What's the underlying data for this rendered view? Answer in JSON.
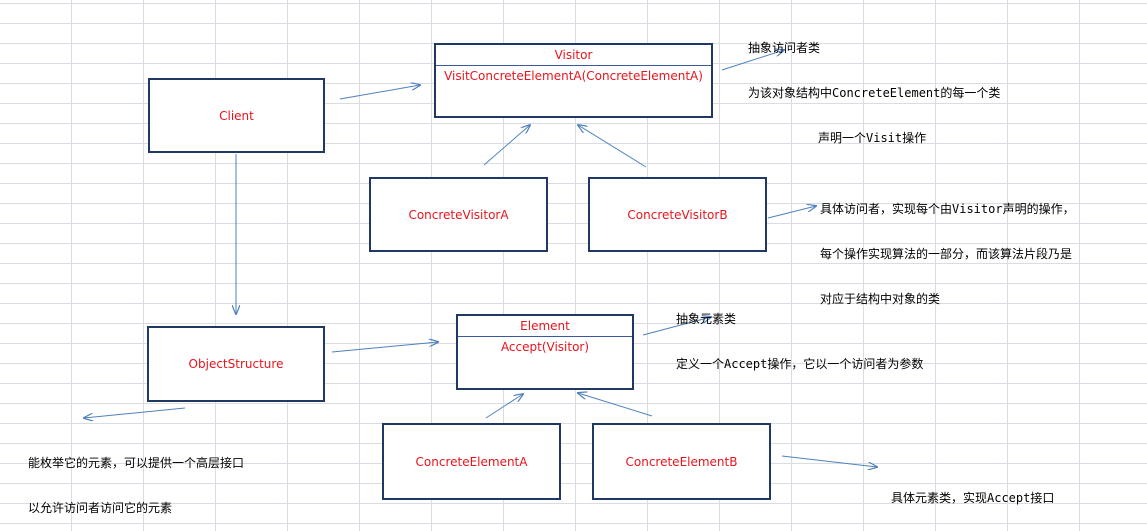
{
  "visitor": {
    "title": "Visitor",
    "method": "VisitConcreteElementA(ConcreteElementA)"
  },
  "client": {
    "label": "Client"
  },
  "concrete_visitor_a": {
    "label": "ConcreteVisitorA"
  },
  "concrete_visitor_b": {
    "label": "ConcreteVisitorB"
  },
  "object_structure": {
    "label": "ObjectStructure"
  },
  "element": {
    "title": "Element",
    "method": "Accept(Visitor)"
  },
  "concrete_element_a": {
    "label": "ConcreteElementA"
  },
  "concrete_element_b": {
    "label": "ConcreteElementB"
  },
  "notes": {
    "visitor_note": {
      "line1": "抽象访问者类",
      "line2": "为该对象结构中ConcreteElement的每一个类",
      "line3": "声明一个Visit操作"
    },
    "concrete_visitor_note": {
      "line1": "具体访问者，实现每个由Visitor声明的操作，",
      "line2": "每个操作实现算法的一部分，而该算法片段乃是",
      "line3": "对应于结构中对象的类"
    },
    "element_note": {
      "line1": "抽象元素类",
      "line2": "定义一个Accept操作，它以一个访问者为参数"
    },
    "object_structure_note": {
      "line1": "能枚举它的元素，可以提供一个高层接口",
      "line2": "以允许访问者访问它的元素"
    },
    "concrete_element_note": {
      "line1": "具体元素类，实现Accept接口"
    }
  },
  "colors": {
    "box_border": "#1f3864",
    "box_text": "#e8141c",
    "arrow": "#4f81bd",
    "grid": "#d9dce2"
  }
}
